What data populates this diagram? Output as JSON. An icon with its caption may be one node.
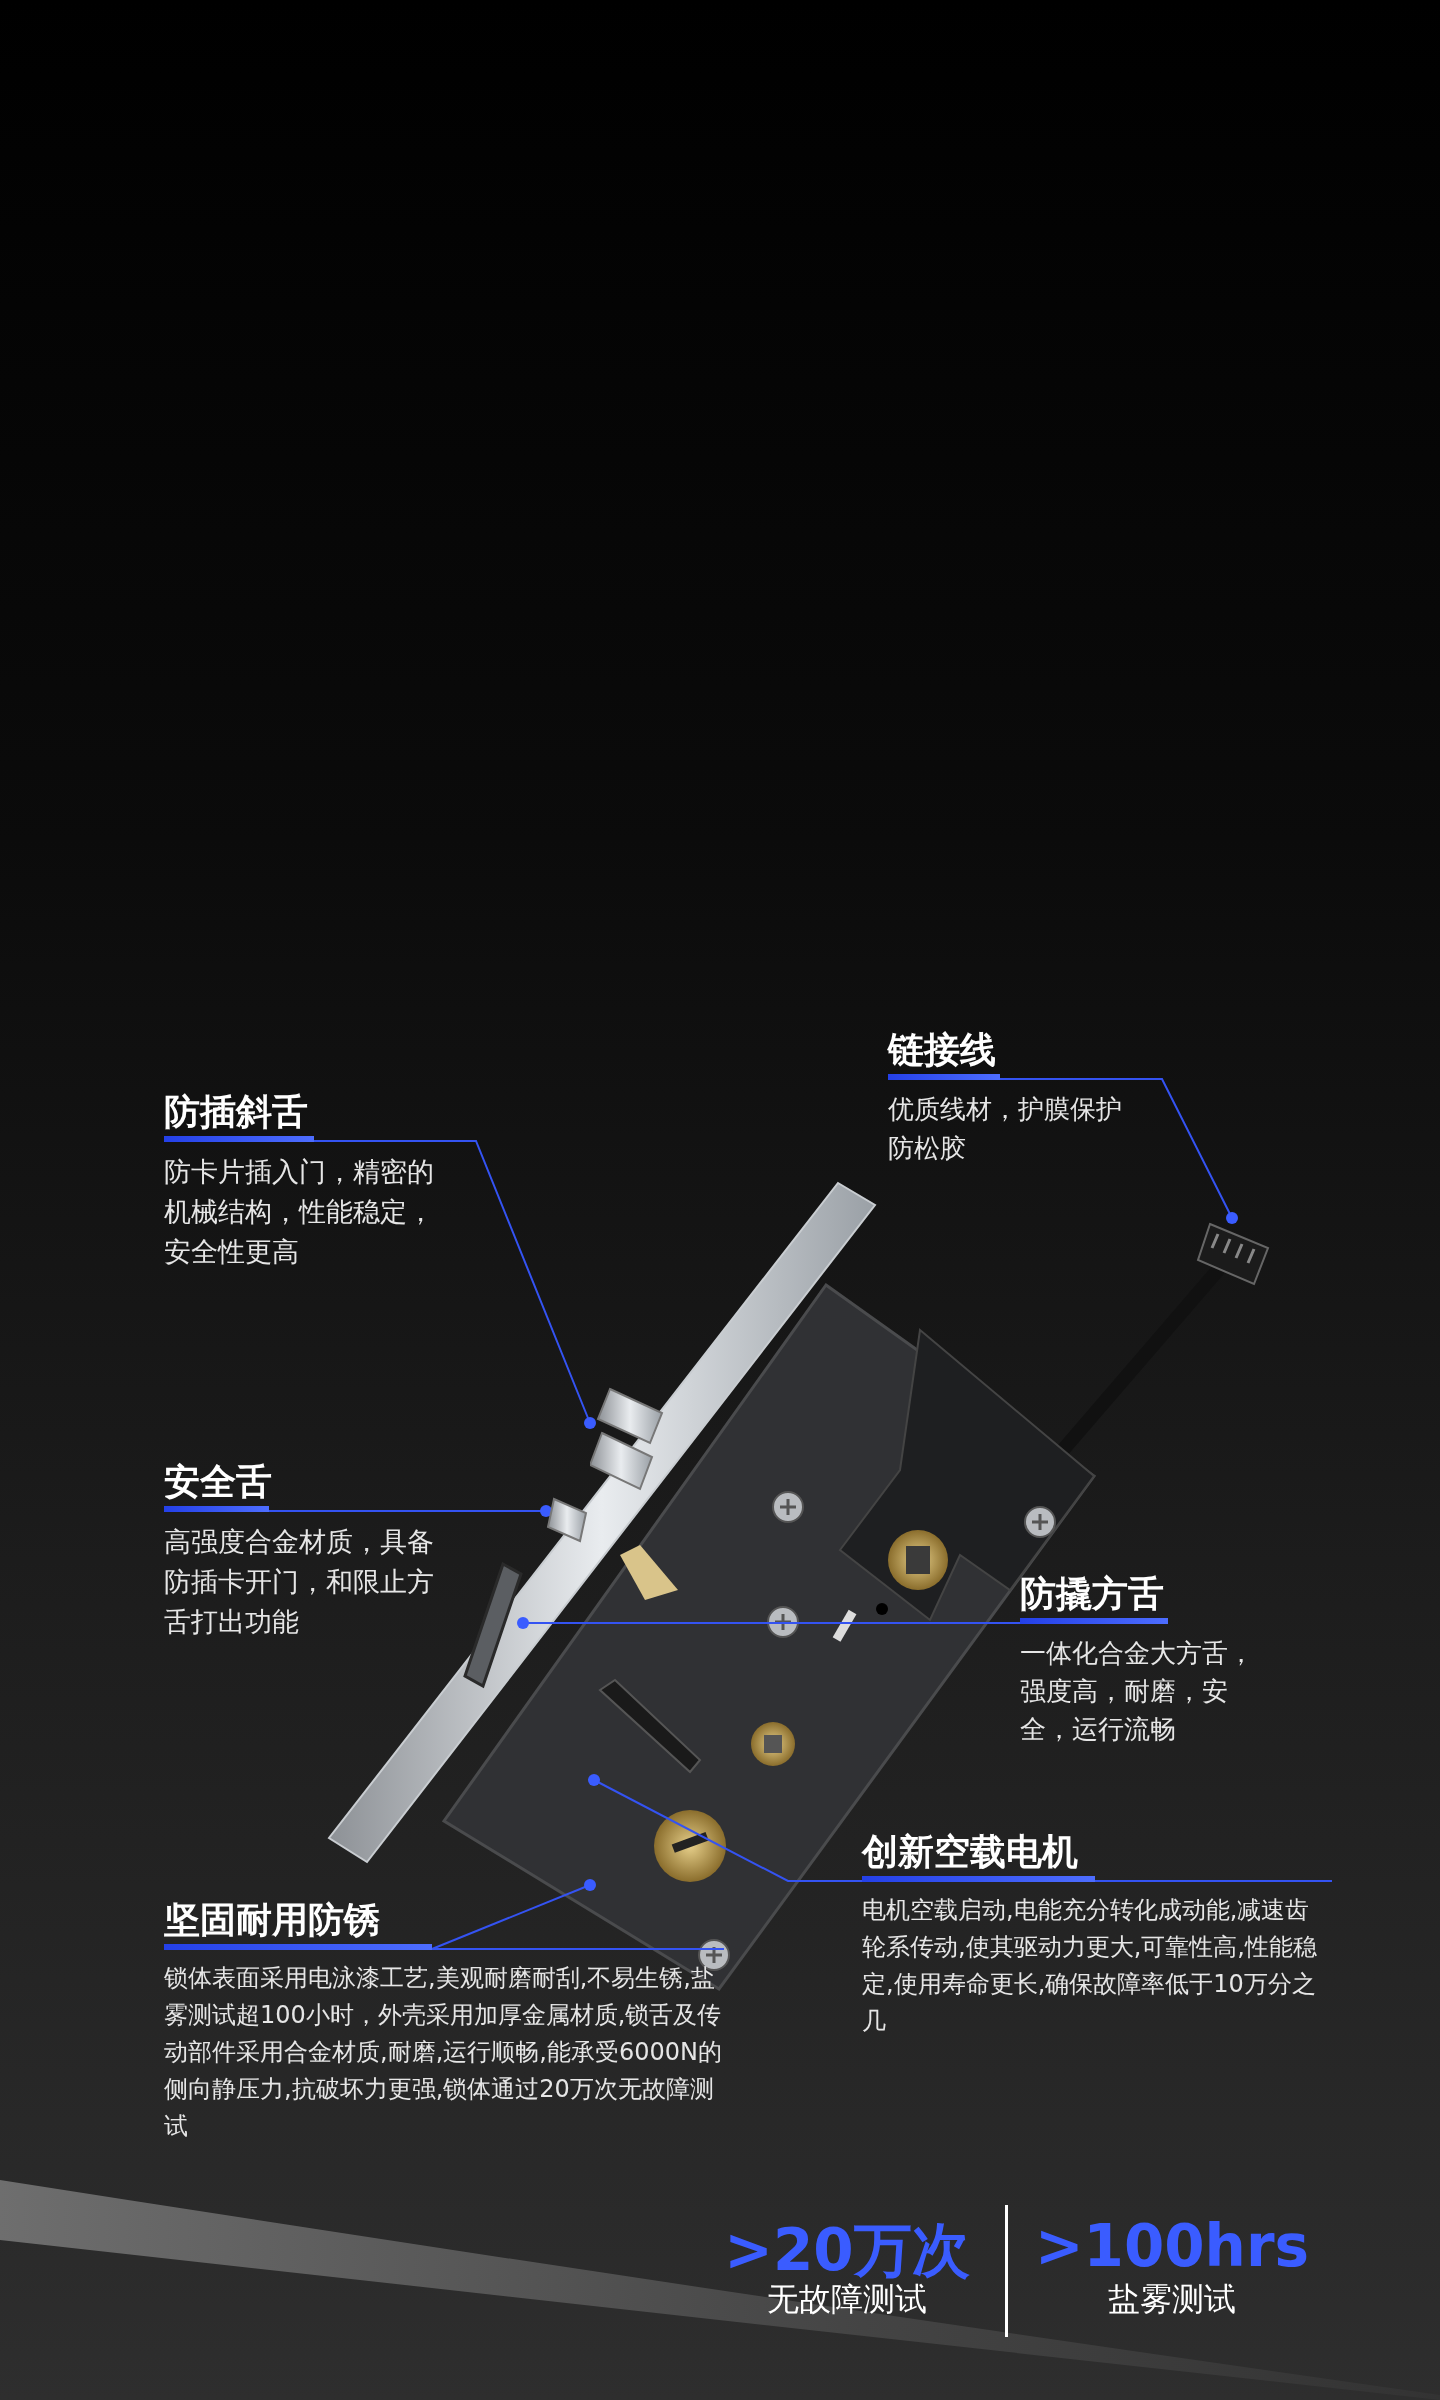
{
  "diagram": {
    "nodes": [
      {
        "text": [
          "链接线",
          "优质线材，护膜保护防松胶"
        ]
      },
      {
        "text": [
          "防插斜舌",
          "防卡片插入门，精密的机械结构，性能稳定，安全性更高"
        ]
      },
      {
        "text": [
          "安全舌",
          "高强度合金材质，具备防插卡开门，和限止方舌打出功能"
        ]
      },
      {
        "text": [
          "防撬方舌",
          "一体化合金大方舌，强度高，耐磨，安全，运行流畅"
        ]
      },
      {
        "text": [
          "创新空载电机",
          "电机空载启动,电能充分转化成动能,减速齿轮系传动,使其驱动力更大,可靠性高,性能稳定,使用寿命更长,确保故障率低于10万分之几"
        ]
      },
      {
        "text": [
          "坚固耐用防锈",
          "锁体表面采用电泳漆工艺,美观耐磨耐刮,不易生锈,盐雾测试超100小时，外壳采用加厚金属材质,锁舌及传动部件采用合金材质,耐磨,运行顺畅,能承受6000N的侧向静压力,抗破坏力更强,锁体通过20万次无故障测试"
        ]
      },
      {
        "text": [],
        "shape": "picture"
      },
      {
        "text": [],
        "shape": "picture"
      },
      {
        "text": [],
        "shape": "picture"
      },
      {
        "text": [],
        "shape": "picture"
      }
    ],
    "edges": [
      {
        "from": 0,
        "to": 6,
        "arrow": "other"
      },
      {
        "from": 1,
        "to": 7,
        "arrow": "other"
      },
      {
        "from": 2,
        "to": 8,
        "arrow": "other"
      },
      {
        "from": 3,
        "to": 9,
        "arrow": "other"
      },
      {
        "from": 4,
        "to": null,
        "arrow": "other"
      },
      {
        "from": 5,
        "to": null,
        "arrow": "other"
      }
    ],
    "labels": [
      ">20万次",
      "无故障测试",
      ">100hrs",
      "盐雾测试"
    ]
  }
}
